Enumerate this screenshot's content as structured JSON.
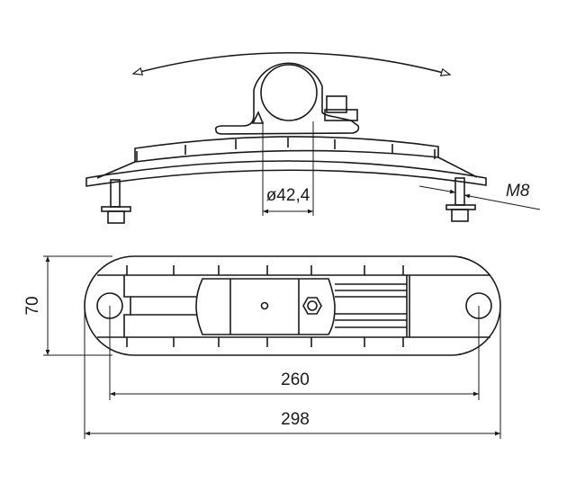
{
  "drawing": {
    "side_view": {
      "pipe_diameter_label": "ø42,4",
      "bolt_label": "M8"
    },
    "top_view": {
      "width_label": "70",
      "hole_spacing_label": "260",
      "overall_length_label": "298"
    }
  }
}
